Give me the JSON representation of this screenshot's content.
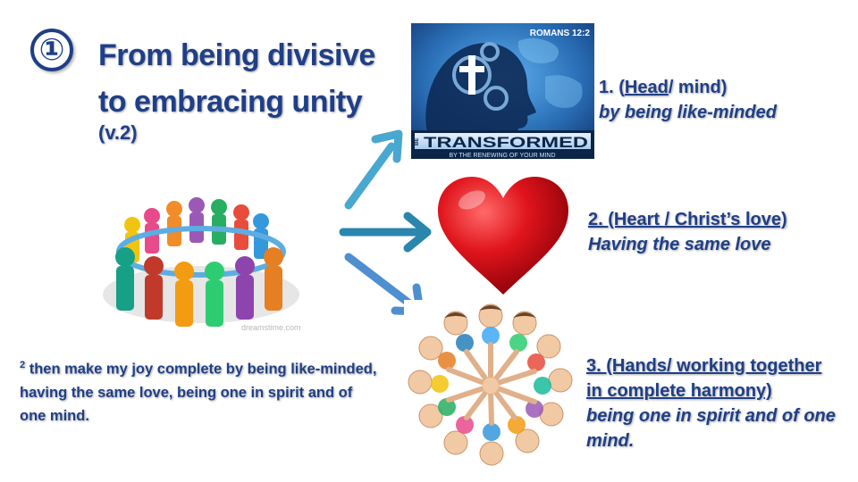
{
  "title": {
    "number": "①",
    "line1": "From being divisive",
    "line2": "to embracing unity",
    "ref": "(v.2)"
  },
  "transformed_image": {
    "top_text": "ROMANS 12:2",
    "be": "BE",
    "big": "TRANSFORMED",
    "sub": "BY THE RENEWING OF YOUR MIND"
  },
  "people_circle_image": {
    "watermark": "dreamstime.com"
  },
  "points": [
    {
      "prefix": "1. (",
      "underlined": "Head",
      "suffix": "/ mind)",
      "detail": "by being like-minded"
    },
    {
      "heading": "2. (Heart / Christ’s love)",
      "detail": "Having the same love"
    },
    {
      "heading_line1": "3. (Hands/ working together",
      "heading_line2": "in complete harmony)",
      "detail": "being one in spirit and of one mind."
    }
  ],
  "scripture": {
    "verse_number": "2",
    "text": " then make my joy complete by being like-minded, having the same love, being one in spirit and of one mind."
  },
  "colors": {
    "text": "#1f3f86",
    "arrow": "#3a7fb5",
    "heart": "#d8101a"
  }
}
